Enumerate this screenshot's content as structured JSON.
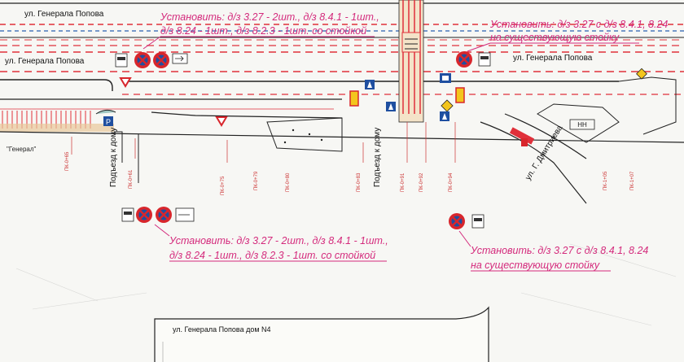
{
  "streets": {
    "top": "ул. Генерала Попова",
    "middle_left": "ул. Генерала Попова",
    "middle_right": "ул. Генерала Попова",
    "driveway_1": "Подъезд к дому",
    "driveway_2": "Подъезд к дому",
    "cross_street": "ул. Г. Дмитриева"
  },
  "annotations": {
    "top_center": {
      "line1": "Установить: д/з 3.27 - 2шт., д/з 8.4.1 - 1шт.,",
      "line2": "д/з 8.24 - 1шт., д/з 8.2.3 - 1шт. со стойкой"
    },
    "top_right": {
      "line1": "Установить: д/з 3.27 с д/з 8.4.1, 8.24",
      "line2": "на существующую стойку"
    },
    "bottom_left": {
      "line1": "Установить: д/з 3.27 - 2шт., д/з 8.4.1 - 1шт.,",
      "line2": "д/з 8.24 - 1шт., д/з 8.2.3 - 1шт. со стойкой"
    },
    "bottom_right": {
      "line1": "Установить: д/з 3.27 с д/з 8.4.1, 8.24",
      "line2": "на существующую стойку"
    }
  },
  "building_label": "ул. Генерала Попова дом N4",
  "left_label": "\"Генерал\"",
  "colors": {
    "annotation": "#d42a7c",
    "sign_red": "#d8262c",
    "sign_blue": "#1f4fa0",
    "road_line": "#222222",
    "dash_red": "#e0303a",
    "dash_blue": "#2a5fb0"
  },
  "icons": [
    "no-stopping-sign-icon",
    "tow-truck-plate-icon",
    "direction-plate-icon",
    "give-way-sign-icon",
    "parking-sign-icon",
    "priority-road-sign-icon",
    "crosswalk-sign-icon"
  ]
}
